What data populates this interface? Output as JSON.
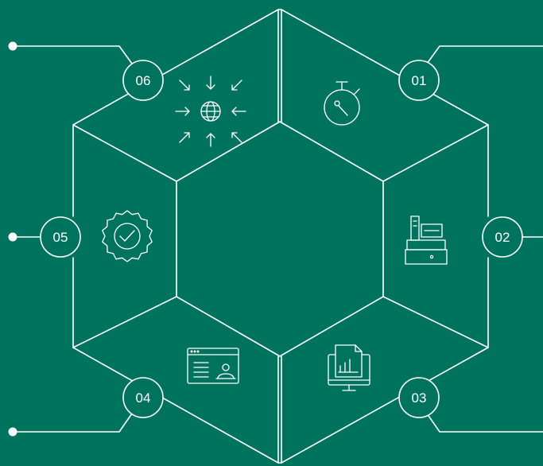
{
  "colors": {
    "background": "#00735f",
    "line": "#ffffff"
  },
  "segments": [
    {
      "number": "01",
      "icon": "stopwatch-icon"
    },
    {
      "number": "02",
      "icon": "cash-register-icon"
    },
    {
      "number": "03",
      "icon": "monitor-report-icon"
    },
    {
      "number": "04",
      "icon": "browser-profile-icon"
    },
    {
      "number": "05",
      "icon": "verified-badge-icon"
    },
    {
      "number": "06",
      "icon": "global-inward-arrows-icon"
    }
  ]
}
